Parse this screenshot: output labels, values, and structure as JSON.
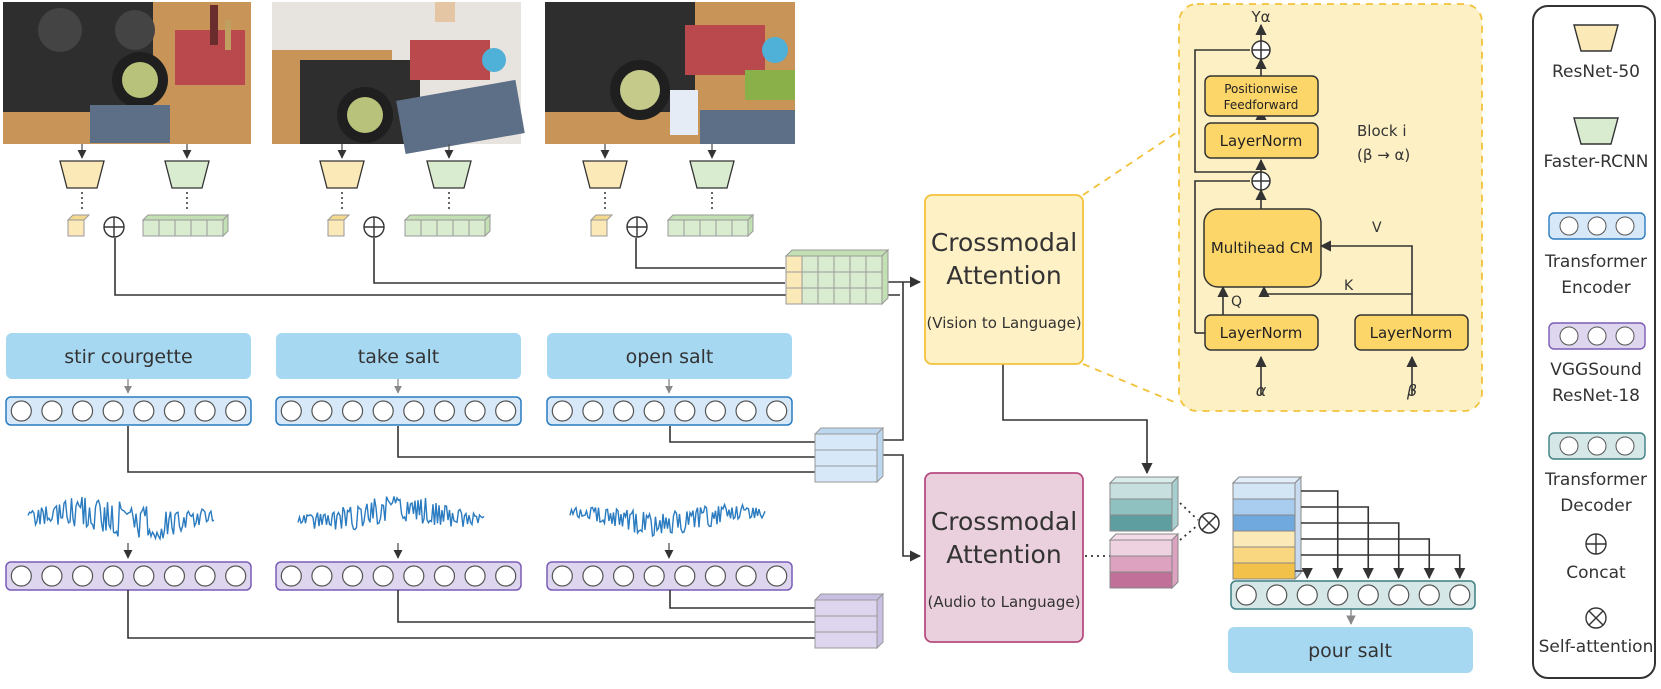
{
  "video_frames": [
    {
      "alt": "frame stirring courgette in pan"
    },
    {
      "alt": "frame taking salt"
    },
    {
      "alt": "frame opening salt"
    }
  ],
  "actions": [
    "stir courgette",
    "take salt",
    "open salt"
  ],
  "output_action": "pour salt",
  "vision_attention": {
    "title_line1": "Crossmodal",
    "title_line2": "Attention",
    "subtitle": "(Vision to Language)"
  },
  "audio_attention": {
    "title_line1": "Crossmodal",
    "title_line2": "Attention",
    "subtitle": "(Audio to Language)"
  },
  "block": {
    "output": "Yα",
    "ffn_line1": "Positionwise",
    "ffn_line2": "Feedforward",
    "layernorm": "LayerNorm",
    "multihead": "Multihead CM",
    "title": "Block i",
    "subtitle": "(β → α)",
    "q": "Q",
    "k": "K",
    "v": "V",
    "alpha": "α",
    "beta": "β"
  },
  "legend": [
    {
      "label1": "ResNet-50",
      "label2": ""
    },
    {
      "label1": "Faster-RCNN",
      "label2": ""
    },
    {
      "label1": "Transformer",
      "label2": "Encoder"
    },
    {
      "label1": "VGGSound",
      "label2": "ResNet-18"
    },
    {
      "label1": "Transformer",
      "label2": "Decoder"
    },
    {
      "label1": "Concat",
      "label2": ""
    },
    {
      "label1": "Self-attention",
      "label2": ""
    }
  ],
  "colors": {
    "resnet": "#fbe9b7",
    "faster_rcnn": "#d9ecd0",
    "text_blue": "#a7d8f2",
    "encoder": "#d7e9f8",
    "vggsound": "#ddd6ee",
    "decoder": "#d5e7e7",
    "vision_box": "#fff1c6",
    "audio_box": "#ead0dc",
    "block_bg": "#fdf0c4",
    "block_node": "#fdd66a"
  }
}
